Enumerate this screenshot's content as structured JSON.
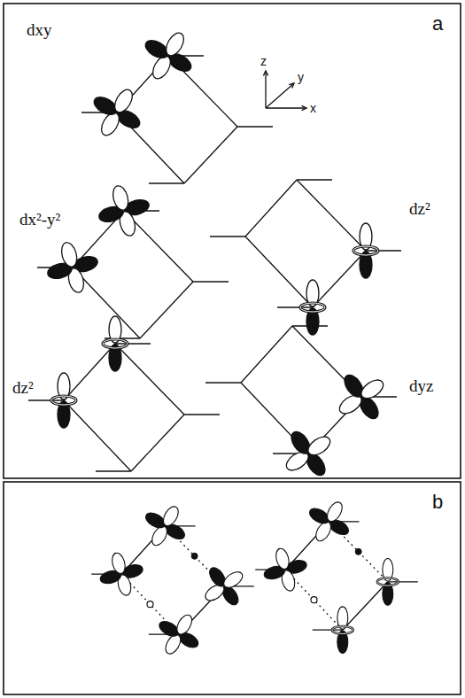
{
  "diagram": {
    "labels": [
      "dxy",
      "z",
      "y",
      "x",
      "a",
      "dx²-y²",
      "dz²",
      "dz²",
      "dyz",
      "b"
    ]
  }
}
